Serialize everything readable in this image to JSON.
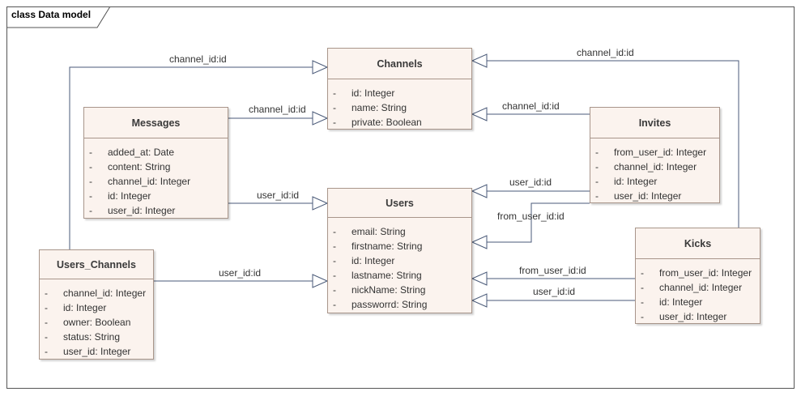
{
  "frame": {
    "title": "class Data model"
  },
  "classes": {
    "channels": {
      "name": "Channels",
      "attributes": [
        "id: Integer",
        "name: String",
        "private: Boolean"
      ]
    },
    "messages": {
      "name": "Messages",
      "attributes": [
        "added_at: Date",
        "content: String",
        "channel_id: Integer",
        "id: Integer",
        "user_id: Integer"
      ]
    },
    "users": {
      "name": "Users",
      "attributes": [
        "email: String",
        "firstname: String",
        "id: Integer",
        "lastname: String",
        "nickName: String",
        "passworrd: String"
      ]
    },
    "invites": {
      "name": "Invites",
      "attributes": [
        "from_user_id: Integer",
        "channel_id: Integer",
        "id: Integer",
        "user_id: Integer"
      ]
    },
    "kicks": {
      "name": "Kicks",
      "attributes": [
        "from_user_id: Integer",
        "channel_id: Integer",
        "id: Integer",
        "user_id: Integer"
      ]
    },
    "users_channels": {
      "name": "Users_Channels",
      "attributes": [
        "channel_id: Integer",
        "id: Integer",
        "owner: Boolean",
        "status: String",
        "user_id: Integer"
      ]
    }
  },
  "attr_prefix": "-",
  "relations": [
    {
      "from": "Users_Channels",
      "to": "Channels",
      "label": "channel_id:id"
    },
    {
      "from": "Messages",
      "to": "Channels",
      "label": "channel_id:id"
    },
    {
      "from": "Messages",
      "to": "Users",
      "label": "user_id:id"
    },
    {
      "from": "Users_Channels",
      "to": "Users",
      "label": "user_id:id"
    },
    {
      "from": "Kicks",
      "to": "Channels",
      "label": "channel_id:id"
    },
    {
      "from": "Invites",
      "to": "Channels",
      "label": "channel_id:id"
    },
    {
      "from": "Invites",
      "to": "Users",
      "label": "user_id:id"
    },
    {
      "from": "Invites",
      "to": "Users",
      "label": "from_user_id:id"
    },
    {
      "from": "Kicks",
      "to": "Users",
      "label": "from_user_id:id"
    },
    {
      "from": "Kicks",
      "to": "Users",
      "label": "user_id:id"
    }
  ],
  "colors": {
    "box_fill": "#fbf3ee",
    "box_border": "#a8958a",
    "line": "#4a5a78"
  }
}
